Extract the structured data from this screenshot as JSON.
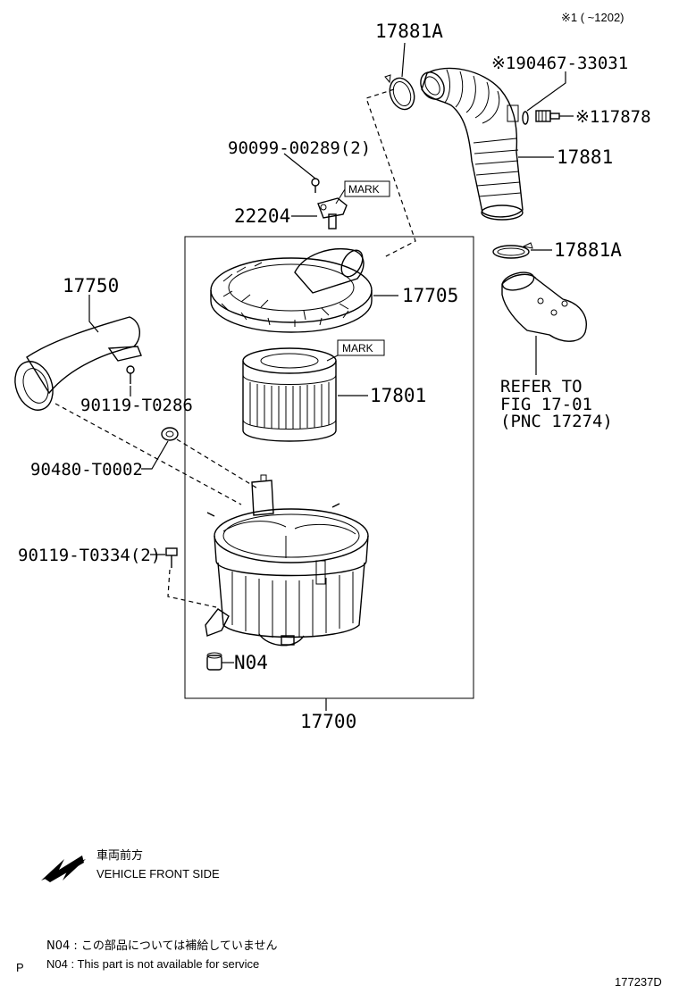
{
  "header_note": "※1 (      ~1202)",
  "figure_code": "177237D",
  "page_marker": "P",
  "parts": {
    "p17881a_top": "17881A",
    "p90467": "※190467-33031",
    "p17878": "※117878",
    "p17881": "17881",
    "p90099": "90099-00289(2)",
    "p22204": "22204",
    "p17881a_mid": "17881A",
    "p17750": "17750",
    "p17705": "17705",
    "p17801": "17801",
    "p90119_t0286": "90119-T0286",
    "p90480": "90480-T0002",
    "p90119_t0334": "90119-T0334(2)",
    "pN04": "N04",
    "p17700": "17700"
  },
  "mark_labels": {
    "mark1": "MARK",
    "mark2": "MARK"
  },
  "reference": {
    "line1": "REFER TO",
    "line2": "FIG 17-01",
    "line3": "(PNC 17274)"
  },
  "front_side": {
    "jp": "車両前方",
    "en": "VEHICLE FRONT SIDE"
  },
  "notes": {
    "jp": "N04 : この部品については補給していません",
    "en": "N04 : This part is not available for service"
  }
}
